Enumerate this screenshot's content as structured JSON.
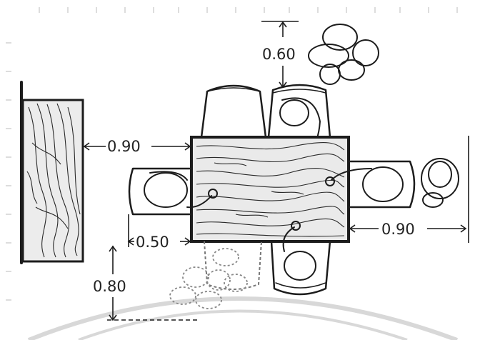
{
  "dimensions": {
    "chair_clearance_top": "0.60",
    "sideboard_gap": "0.90",
    "right_clearance": "0.90",
    "chair_depth_left": "0.50",
    "walkway_bottom_left": "0.80"
  },
  "colors": {
    "ink": "#1c1c1c",
    "wood_fill": "#e9e9e9",
    "paper": "#ffffff",
    "arc": "#d8d8d8"
  }
}
